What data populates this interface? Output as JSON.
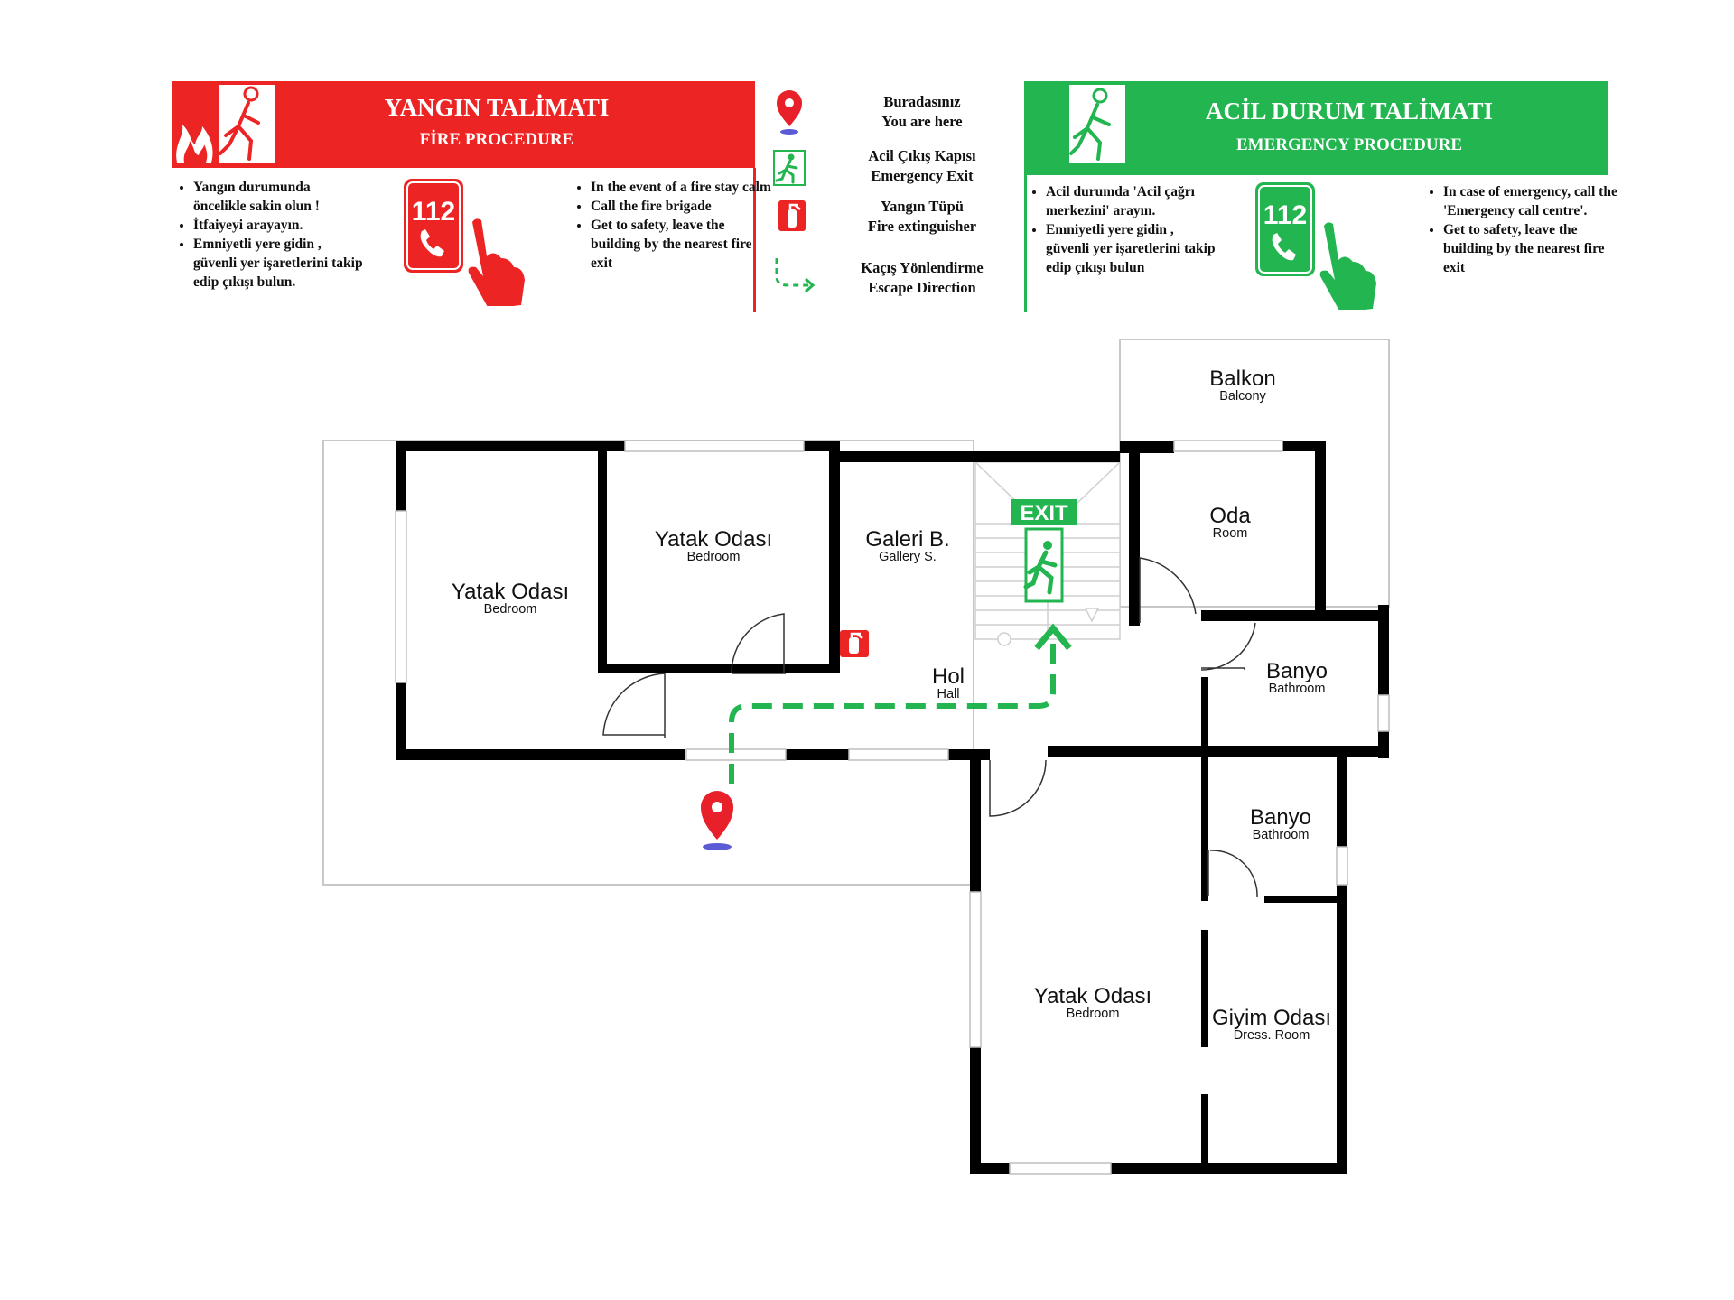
{
  "fire_panel": {
    "title": "YANGIN TALİMATI",
    "subtitle": "FİRE PROCEDURE",
    "phone": "112",
    "bullets_tr": [
      "Yangın durumunda öncelikle sakin olun !",
      "İtfaiyeyi arayayın.",
      "Emniyetli yere gidin , güvenli yer işaretlerini takip edip çıkışı bulun."
    ],
    "bullets_en": [
      "In the event of a fire stay calm",
      "Call the fire brigade",
      "Get to safety, leave the building by the nearest fire exit"
    ],
    "color": "#ed2424"
  },
  "emergency_panel": {
    "title": "ACİL DURUM TALİMATI",
    "subtitle": "EMERGENCY PROCEDURE",
    "phone": "112",
    "bullets_tr": [
      "Acil durumda 'Acil çağrı merkezini' arayın.",
      "Emniyetli yere gidin , güvenli yer işaretlerini takip edip çıkışı bulun"
    ],
    "bullets_en": [
      "In case of emergency, call the 'Emergency call centre'.",
      "Get to safety, leave the building by the nearest fire exit"
    ],
    "color": "#22b550"
  },
  "legend": {
    "you_are_here_tr": "Buradasınız",
    "you_are_here_en": "You are here",
    "exit_tr": "Acil Çıkış Kapısı",
    "exit_en": "Emergency Exit",
    "extinguisher_tr": "Yangın Tüpü",
    "extinguisher_en": "Fire extinguisher",
    "escape_tr": "Kaçış Yönlendirme",
    "escape_en": "Escape Direction"
  },
  "floor_plan": {
    "exit_sign": "EXIT",
    "rooms": {
      "bedroom_left": {
        "tr": "Yatak Odası",
        "en": "Bedroom"
      },
      "bedroom_middle": {
        "tr": "Yatak Odası",
        "en": "Bedroom"
      },
      "gallery": {
        "tr": "Galeri B.",
        "en": "Gallery S."
      },
      "room": {
        "tr": "Oda",
        "en": "Room"
      },
      "balcony": {
        "tr": "Balkon",
        "en": "Balcony"
      },
      "hall": {
        "tr": "Hol",
        "en": "Hall"
      },
      "bathroom_1": {
        "tr": "Banyo",
        "en": "Bathroom"
      },
      "bathroom_2": {
        "tr": "Banyo",
        "en": "Bathroom"
      },
      "bedroom_bottom": {
        "tr": "Yatak Odası",
        "en": "Bedroom"
      },
      "dressing": {
        "tr": "Giyim Odası",
        "en": "Dress. Room"
      }
    },
    "colors": {
      "wall": "#000000",
      "route": "#22b550",
      "marker": "#e8202a"
    }
  }
}
